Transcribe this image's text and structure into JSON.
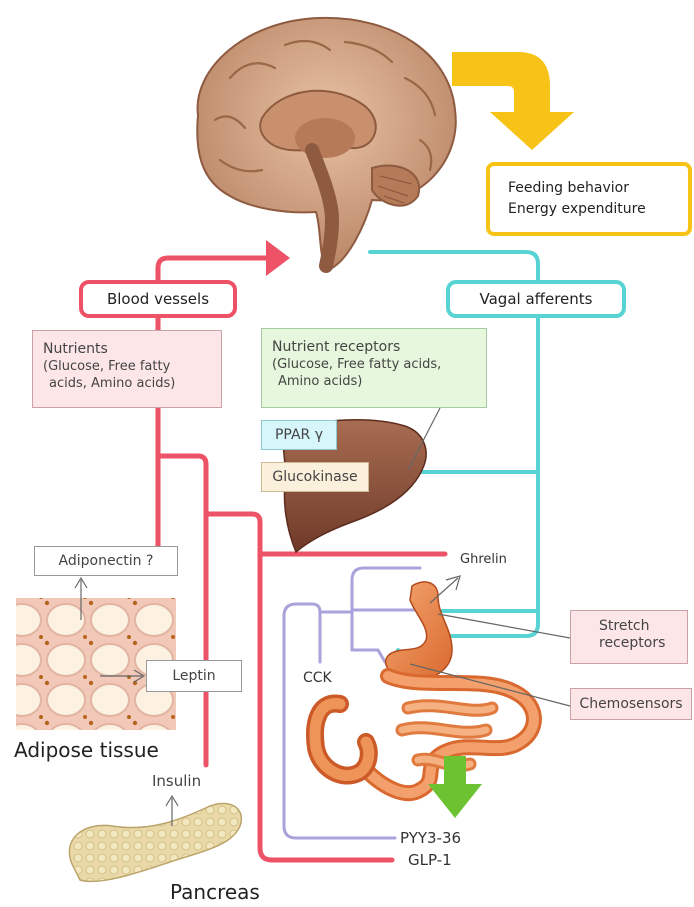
{
  "top_right_box": {
    "line1": "Feeding behavior",
    "line2": "Energy expenditure"
  },
  "blood_vessels": "Blood vessels",
  "vagal_afferents": "Vagal afferents",
  "nutrients": {
    "line1": "Nutrients",
    "line2": "(Glucose, Free fatty",
    "line3": "acids, Amino acids)"
  },
  "nutrient_receptors": {
    "line1": "Nutrient receptors",
    "line2": "(Glucose, Free fatty acids,",
    "line3": "Amino acids)"
  },
  "ppar": "PPAR γ",
  "glucokinase": "Glucokinase",
  "adiponectin": "Adiponectin ?",
  "leptin": "Leptin",
  "adipose_tissue": "Adipose tissue",
  "insulin": "Insulin",
  "pancreas": "Pancreas",
  "ghrelin": "Ghrelin",
  "cck": "CCK",
  "stretch_receptors": {
    "line1": "Stretch",
    "line2": "receptors"
  },
  "chemosensors": "Chemosensors",
  "pyy": "PYY3-36",
  "glp1": "GLP-1",
  "colors": {
    "blood_red": "#ee5266",
    "vagal_cyan": "#58d3d3",
    "arrow_yellow": "#f7c316",
    "gut_purple": "#a9a3dc",
    "green_arrow": "#6cc231"
  }
}
